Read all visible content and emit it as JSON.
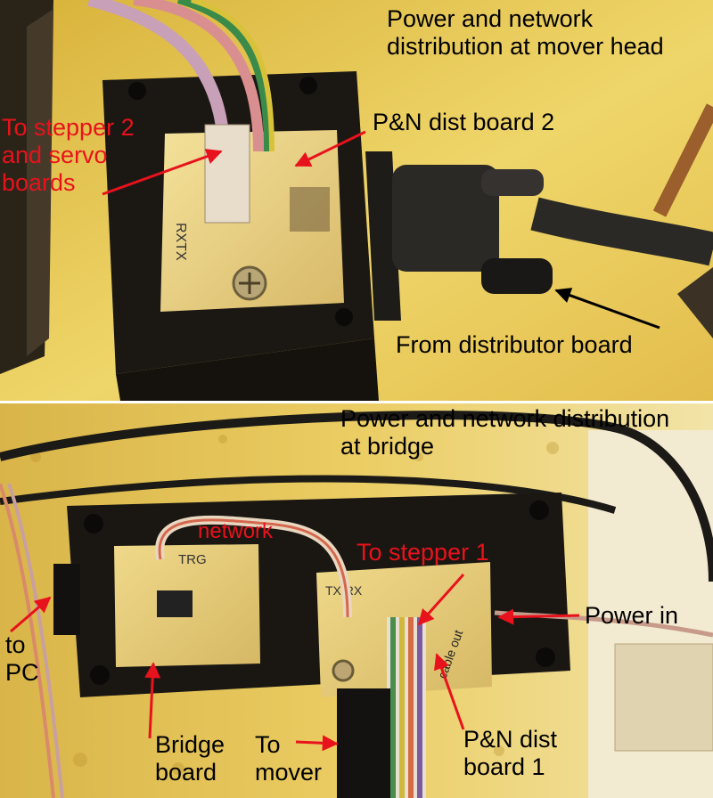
{
  "top_panel": {
    "title": "Power and network\ndistribution at mover head",
    "label_stepper2": "To stepper 2\nand servo\nboards",
    "label_board2": "P&N dist board 2",
    "label_distributor": "From distributor board",
    "pcb_silk": "RXTX"
  },
  "bottom_panel": {
    "title": "Power and network distribution\nat bridge",
    "label_network": "network",
    "label_stepper1": "To stepper 1",
    "label_power_in": "Power in",
    "label_to_pc": "to\nPC",
    "label_bridge": "Bridge\nboard",
    "label_to_mover": "To\nmover",
    "label_board1": "P&N dist\nboard 1",
    "pcb_silk_left": "TRG",
    "pcb_silk_right": "TX RX",
    "handwriting": "cable out"
  },
  "colors": {
    "label_black": "#000000",
    "label_red": "#e8121c",
    "background_warm": "#e7c54a"
  }
}
